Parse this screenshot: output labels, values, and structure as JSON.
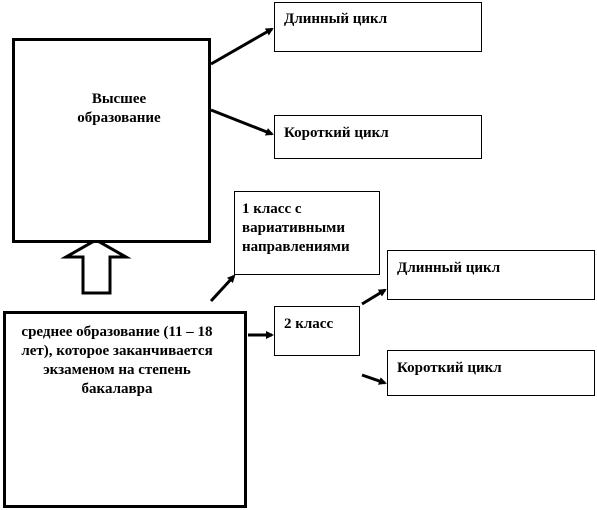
{
  "higher_education": {
    "label": "Высшее образование"
  },
  "secondary_education": {
    "label": "среднее образование (11 – 18 лет), которое заканчивается экзаменом на степень бакалавра"
  },
  "top_long_cycle": {
    "label": "Длинный цикл"
  },
  "top_short_cycle": {
    "label": "Короткий цикл"
  },
  "class_1": {
    "label": "1 класс с вариативными направлениями"
  },
  "class_2": {
    "label": "2 класс"
  },
  "bottom_long_cycle": {
    "label": "Длинный цикл"
  },
  "bottom_short_cycle": {
    "label": "Короткий цикл"
  }
}
